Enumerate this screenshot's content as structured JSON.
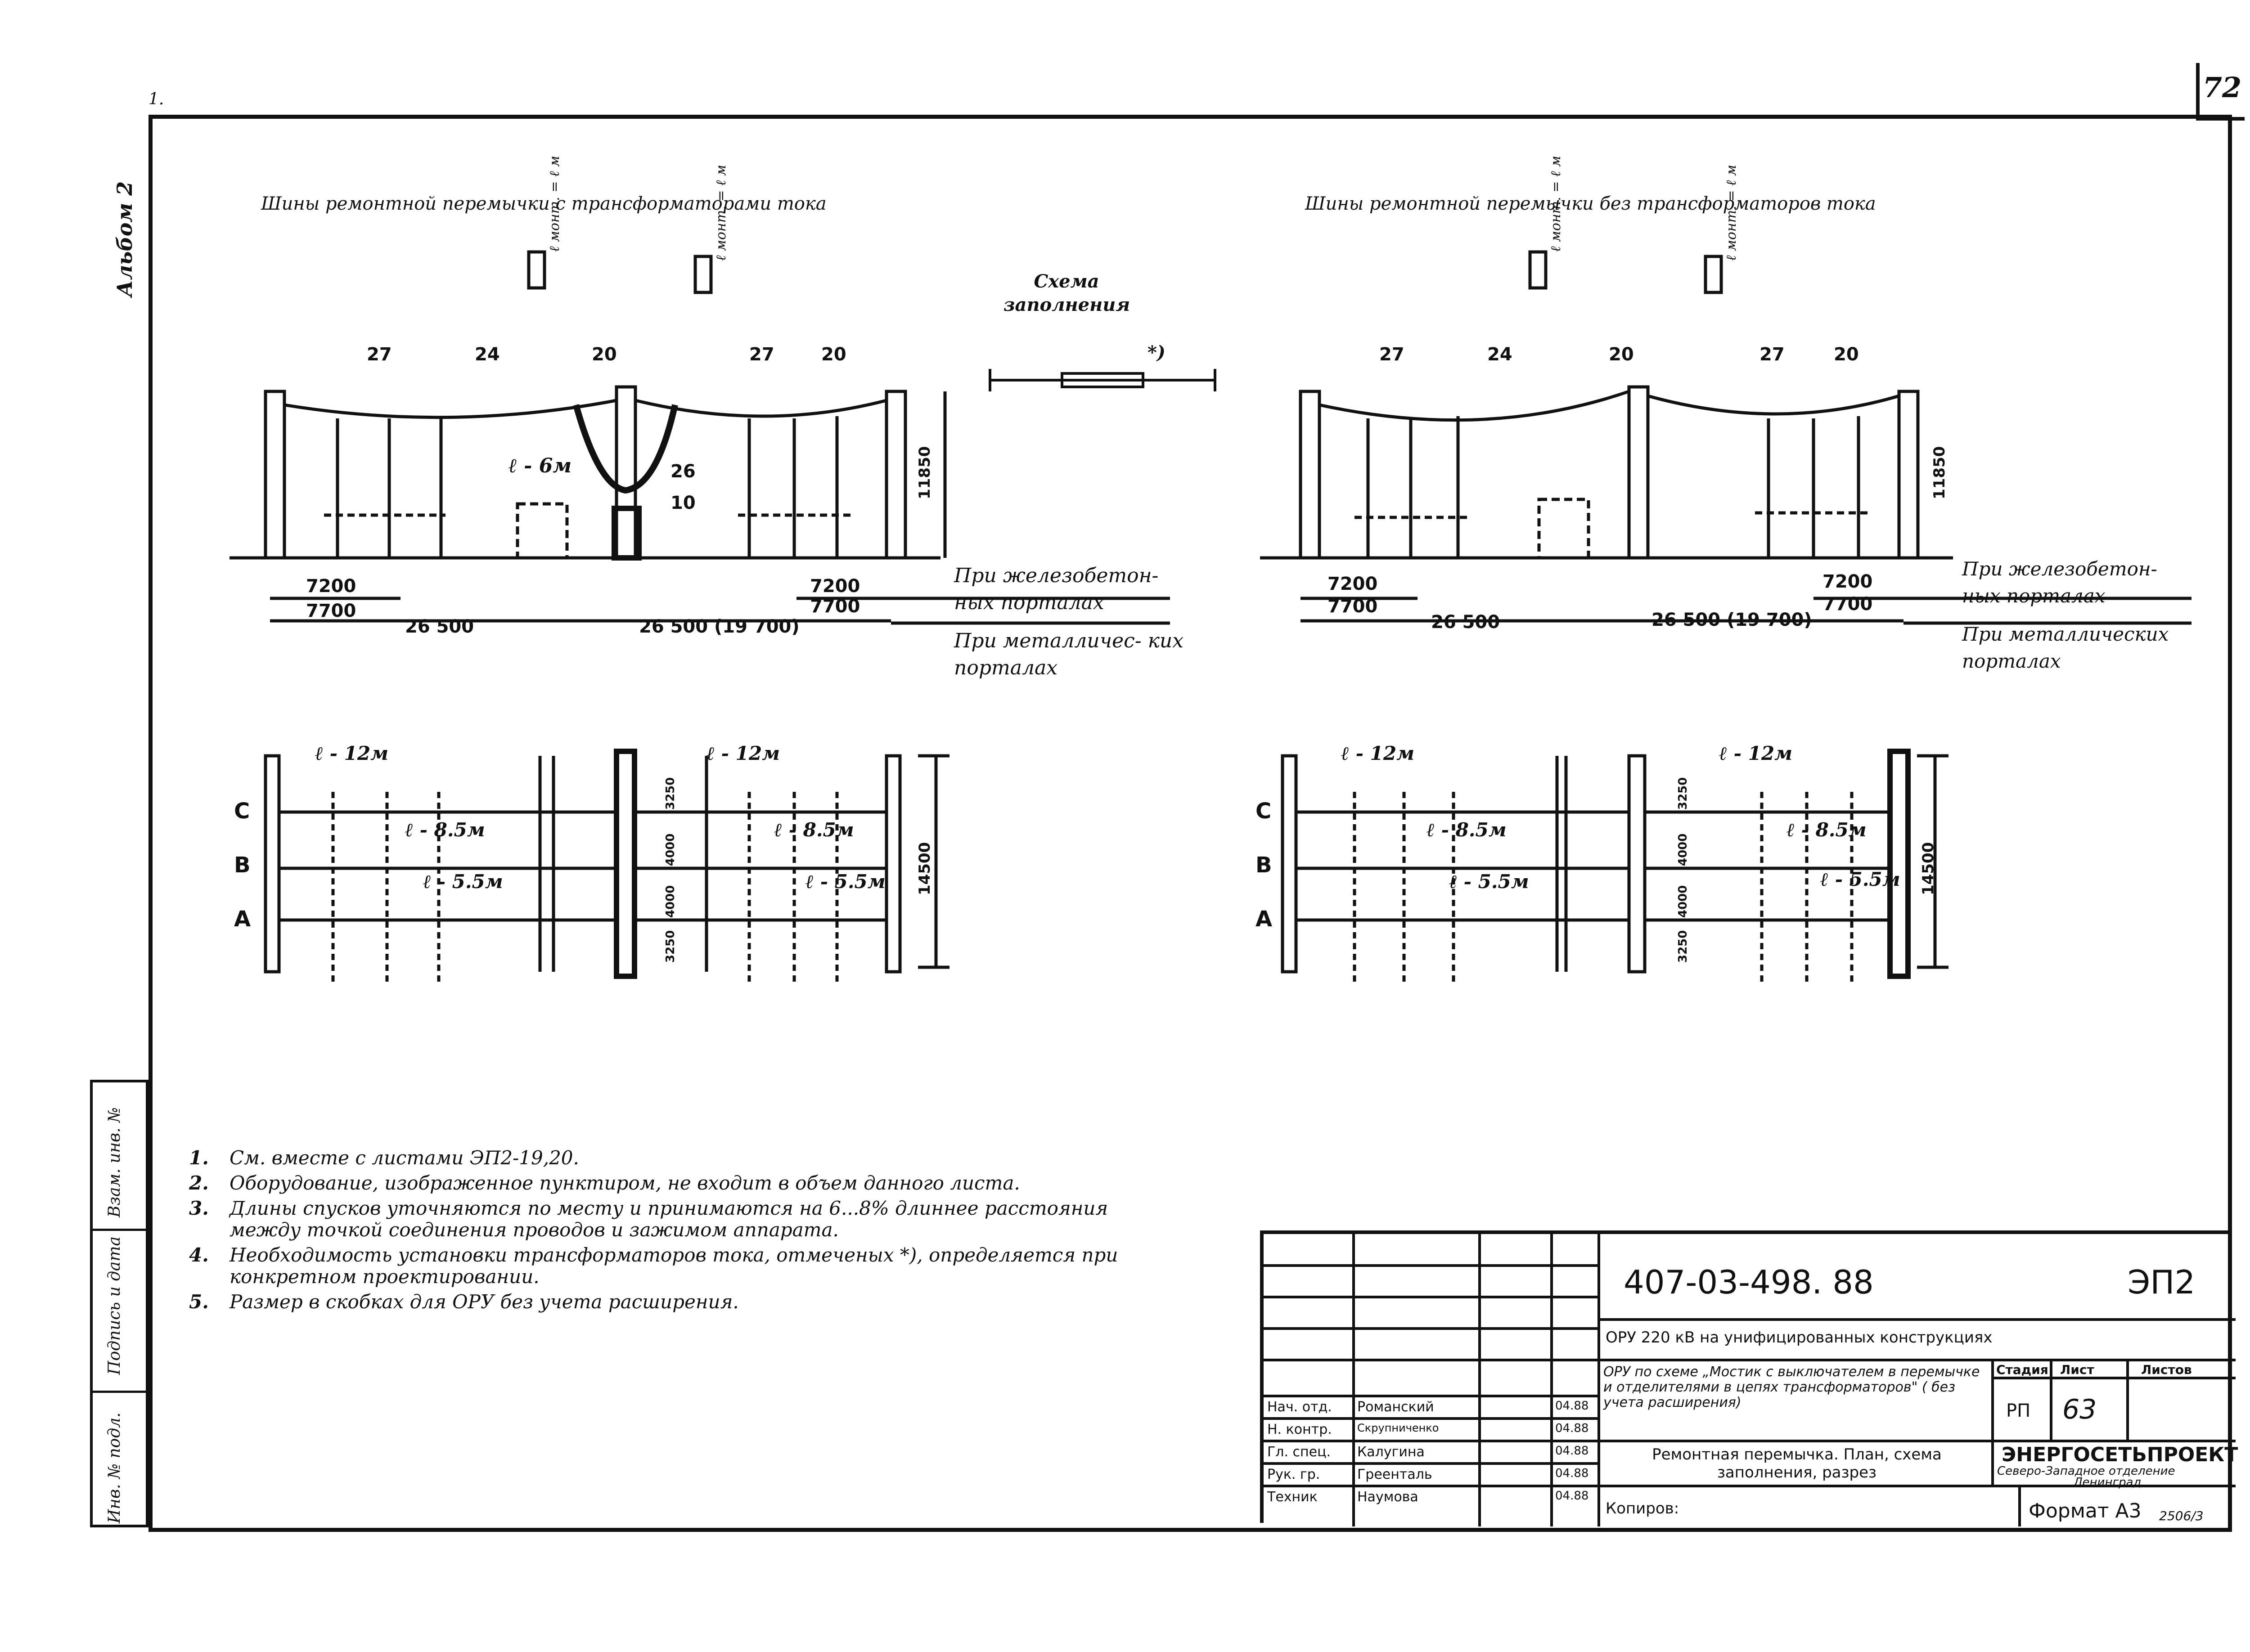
{
  "sheet_corner_number": "72",
  "top_left_mark": "1.",
  "album": "Альбом 2",
  "left_titles": {
    "left_view": "Шины ремонтной перемычки с трансформаторами тока",
    "right_view": "Шины ремонтной перемычки без трансформаторов тока"
  },
  "schema": {
    "title": "Схема заполнения",
    "mark": "*)"
  },
  "labels": {
    "l_mount": "ℓ монт. = ℓ м",
    "n27": "27",
    "n24": "24",
    "n20": "20",
    "n26": "26",
    "n10": "10",
    "l6": "ℓ - 6м",
    "h11850": "11850",
    "d7200": "7200",
    "d7700": "7700",
    "d26500": "26 500",
    "d26500b": "26 500 (19 700)",
    "rc_portal": "При железобетон- ных порталах",
    "metal_portal": "При металличес- ких порталах",
    "rc_portal_r": "При железобетон- ных порталах",
    "metal_portal_r": "При металлических порталах",
    "l12": "ℓ - 12м",
    "l85": "ℓ - 8.5м",
    "l55": "ℓ - 5.5м",
    "phaseC": "С",
    "phaseB": "В",
    "phaseA": "А",
    "h14500": "14500",
    "d3250": "3250",
    "d4000": "4000",
    "d4000b": "4000",
    "d3250b": "3250"
  },
  "notes": [
    {
      "n": "1.",
      "text": "См. вместе с листами ЭП2-19,20."
    },
    {
      "n": "2.",
      "text": "Оборудование, изображенное пунктиром, не входит в объем данного листа."
    },
    {
      "n": "3.",
      "text": "Длины спусков уточняются по месту и принимаются на 6...8% длиннее расстояния между точкой соединения проводов и зажимом аппарата."
    },
    {
      "n": "4.",
      "text": "Необходимость установки трансформаторов тока, отмеченых *), определяется при конкретном проектировании."
    },
    {
      "n": "5.",
      "text": "Размер в скобках для ОРУ без учета расширения."
    }
  ],
  "side_column": [
    "Инв. № подл.",
    "Подпись и дата",
    "Взам. инв. №"
  ],
  "stamp": {
    "doc_code": "407-03-498. 88",
    "sheet_code": "ЭП2",
    "object": "ОРУ 220 кВ на унифицированных конструкциях",
    "scheme_text": "ОРУ по схеме „Мостик с выключателем в перемычке и отделителями в цепях трансформаторов\" ( без учета расширения)",
    "drawing_title": "Ремонтная перемычка. План, схема заполнения, разрез",
    "stage_h": "Стадия",
    "sheet_h": "Лист",
    "sheets_h": "Листов",
    "stage": "РП",
    "sheet": "63",
    "org1": "ЭНЕРГОСЕТЬПРОЕКТ",
    "org2": "Северо-Западное отделение",
    "org3": "Ленинград",
    "roles": [
      {
        "role": "Нач. отд.",
        "name": "Романский",
        "date": "04.88"
      },
      {
        "role": "Н. контр.",
        "name": "Скрупниченко",
        "date": "04.88"
      },
      {
        "role": "Гл. спец.",
        "name": "Калугина",
        "date": "04.88"
      },
      {
        "role": "Рук. гр.",
        "name": "Греенталь",
        "date": "04.88"
      },
      {
        "role": "Техник",
        "name": "Наумова",
        "date": "04.88"
      }
    ],
    "copied": "Копиров:",
    "format": "Формат А3",
    "bottom_code": "2506/3"
  }
}
